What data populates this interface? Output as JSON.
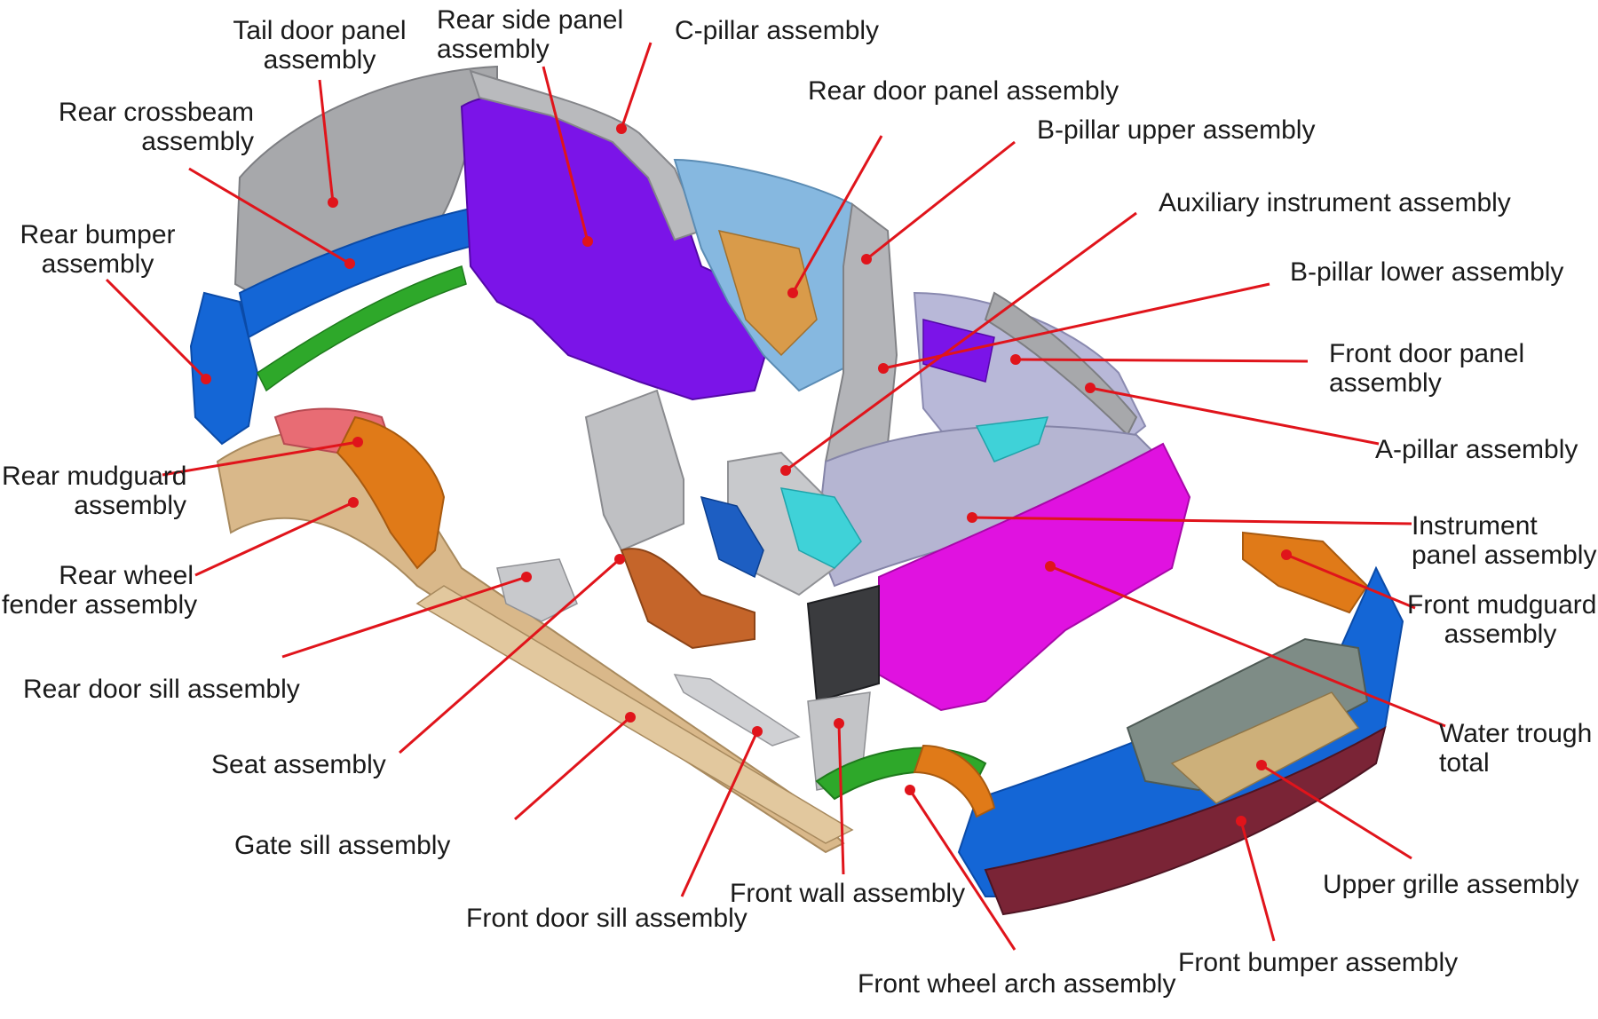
{
  "colors": {
    "leader": "#e0141b",
    "purple": "#7b14e8",
    "blue": "#1466d6",
    "magenta": "#e012e0",
    "orange": "#e07a18",
    "tan": "#d9b88a",
    "gray": "#a7a8ab",
    "lavender": "#b8b8d8",
    "pink": "#e86c74",
    "green": "#2ea82a",
    "cyan": "#3fd2d8",
    "maroon": "#7a2436",
    "lightblue": "#86b8e0"
  },
  "labels": {
    "tail_door": {
      "lines": [
        "Tail door panel",
        "assembly"
      ]
    },
    "rear_side": {
      "lines": [
        "Rear side panel",
        "assembly"
      ]
    },
    "c_pillar": {
      "lines": [
        "C-pillar assembly"
      ]
    },
    "rear_door_panel": {
      "lines": [
        "Rear door panel assembly"
      ]
    },
    "b_pillar_upper": {
      "lines": [
        "B-pillar upper assembly"
      ]
    },
    "rear_crossbeam": {
      "lines": [
        "Rear crossbeam",
        "assembly"
      ]
    },
    "aux_instrument": {
      "lines": [
        "Auxiliary instrument assembly"
      ]
    },
    "rear_bumper": {
      "lines": [
        "Rear bumper",
        "assembly"
      ]
    },
    "b_pillar_lower": {
      "lines": [
        "B-pillar lower assembly"
      ]
    },
    "front_door_panel": {
      "lines": [
        "Front door panel",
        "assembly"
      ]
    },
    "a_pillar": {
      "lines": [
        "A-pillar assembly"
      ]
    },
    "rear_mudguard": {
      "lines": [
        "Rear mudguard",
        "assembly"
      ]
    },
    "instrument_panel": {
      "lines": [
        "Instrument",
        "panel assembly"
      ]
    },
    "rear_wheel_fender": {
      "lines": [
        "Rear wheel",
        "fender assembly"
      ]
    },
    "front_mudguard": {
      "lines": [
        "Front mudguard",
        "assembly"
      ]
    },
    "rear_door_sill": {
      "lines": [
        "Rear door sill assembly"
      ]
    },
    "water_trough": {
      "lines": [
        "Water trough",
        "total"
      ]
    },
    "seat": {
      "lines": [
        "Seat assembly"
      ]
    },
    "gate_sill": {
      "lines": [
        "Gate sill assembly"
      ]
    },
    "upper_grille": {
      "lines": [
        "Upper grille assembly"
      ]
    },
    "front_wall": {
      "lines": [
        "Front wall assembly"
      ]
    },
    "front_door_sill": {
      "lines": [
        "Front door sill assembly"
      ]
    },
    "front_bumper": {
      "lines": [
        "Front bumper assembly"
      ]
    },
    "front_wheel_arch": {
      "lines": [
        "Front wheel arch assembly"
      ]
    }
  }
}
